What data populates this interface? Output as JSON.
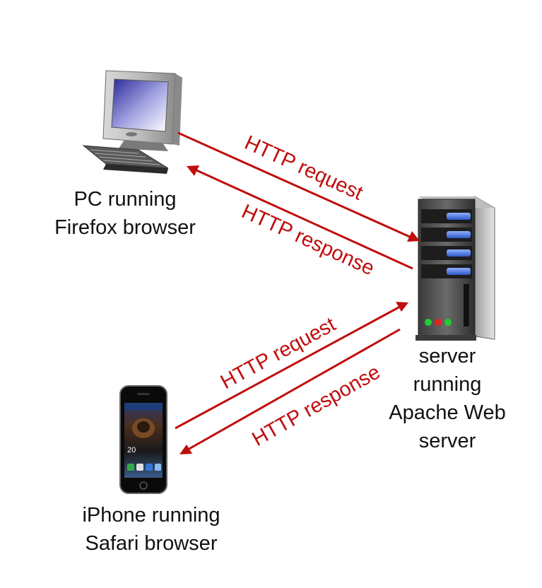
{
  "pc": {
    "icon": "desktop-computer-icon",
    "label_line1": "PC running",
    "label_line2": "Firefox browser"
  },
  "server": {
    "icon": "server-tower-icon",
    "label_line1": "server",
    "label_line2": "running",
    "label_line3": "Apache Web",
    "label_line4": "server"
  },
  "iphone": {
    "icon": "smartphone-icon",
    "label_line1": "iPhone running",
    "label_line2": "Safari browser",
    "screen_time": "20"
  },
  "arrows": {
    "pc_request": "HTTP request",
    "pc_response": "HTTP response",
    "iphone_request": "HTTP request",
    "iphone_response": "HTTP response"
  },
  "colors": {
    "arrow": "#c00d0d",
    "text": "#111111",
    "server_led_green": "#22cc33",
    "server_led_red": "#e82020",
    "drive_bay_blue": "#4d7be0"
  }
}
